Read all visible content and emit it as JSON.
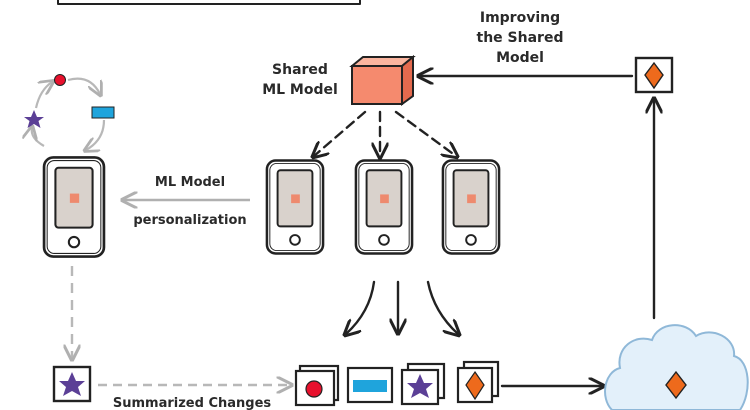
{
  "labels": {
    "shared_model": [
      "Shared",
      "ML Model"
    ],
    "improving": [
      "Improving",
      "the Shared",
      "Model"
    ],
    "personalization": [
      "ML Model",
      "personalization"
    ],
    "summarized": "Summarized Changes"
  },
  "colors": {
    "cube_front": "#f58a6e",
    "cube_top": "#fbb59f",
    "cube_side": "#e46a4e",
    "screen": "#d9d2cc",
    "chip": "#ee8a6e",
    "red_dot": "#e8112d",
    "blue_bar": "#1fa4dc",
    "purple_star": "#5b3f96",
    "orange_diamond": "#ee6a1c",
    "arrow_dark": "#222222",
    "arrow_gray": "#bdbdbd",
    "cloud_fill": "#e3f0fa",
    "cloud_stroke": "#8fb8d8"
  },
  "icons": [
    "cube-icon",
    "phone-icon",
    "dot-icon",
    "bar-icon",
    "star-icon",
    "diamond-icon",
    "cloud-icon"
  ]
}
